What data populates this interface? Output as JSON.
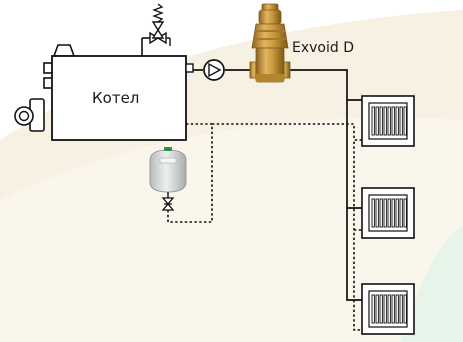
{
  "diagram": {
    "boiler_label": "Котел",
    "separator_label": "Exvoid D"
  },
  "colors": {
    "background_swirl": "#f6f0e2",
    "background_swirl_green": "#eaf6ee",
    "line": "#111111",
    "separator_brass": "#c99a3e",
    "separator_brass_dark": "#9a6f22",
    "vessel_grey": "#d6d8d8",
    "vessel_cap": "#2f8a45"
  },
  "components": {
    "boiler": "boiler",
    "pump": "circulation-pump",
    "separator": "air-dirt-separator",
    "safety_valve": "safety-valve",
    "expansion_vessel": "expansion-vessel",
    "shutoff_valve": "shutoff-valve",
    "radiators": [
      "radiator",
      "radiator",
      "radiator"
    ]
  }
}
